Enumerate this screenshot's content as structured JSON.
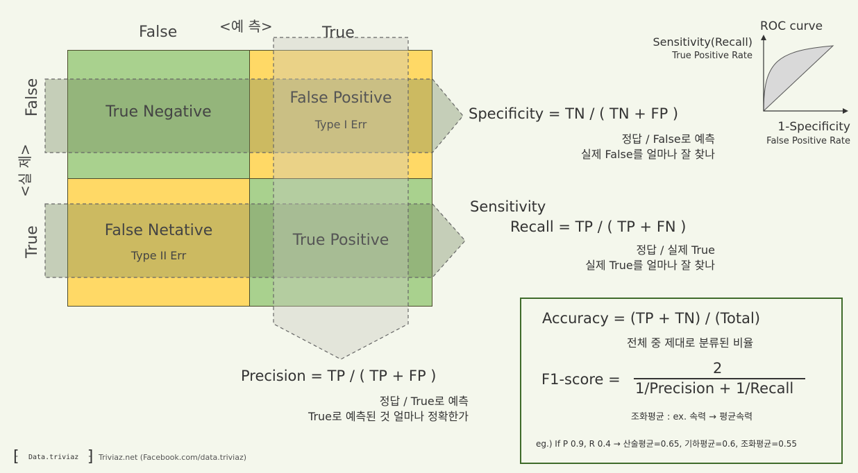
{
  "header": {
    "predicted_label": "<예 측>",
    "pred_false": "False",
    "pred_true": "True",
    "actual_label": "<실 제>",
    "actual_false": "False",
    "actual_true": "True"
  },
  "matrix": {
    "tn": {
      "title": "True Negative",
      "sub": ""
    },
    "fp": {
      "title": "False Positive",
      "sub": "Type I Err"
    },
    "fn": {
      "title": "False Netative",
      "sub": "Type II Err"
    },
    "tp": {
      "title": "True Positive",
      "sub": ""
    }
  },
  "specificity": {
    "formula": "Specificity = TN / ( TN + FP )",
    "line1": "정답 / False로 예측",
    "line2": "실제 False를 얼마나 잘 찾나"
  },
  "sensitivity": {
    "title": "Sensitivity",
    "formula": "Recall = TP / ( TP + FN )",
    "line1": "정답 / 실제 True",
    "line2": "실제 True를 얼마나 잘 찾나"
  },
  "precision": {
    "formula": "Precision = TP / ( TP + FP )",
    "line1": "정답 / True로 예측",
    "line2": "True로 예측된 것 얼마나 정확한가"
  },
  "roc": {
    "title": "ROC curve",
    "ylabel1": "Sensitivity(Recall)",
    "ylabel2": "True Positive Rate",
    "xlabel1": "1-Specificity",
    "xlabel2": "False Positive Rate"
  },
  "metrics_box": {
    "accuracy": "Accuracy = (TP + TN) / (Total)",
    "accuracy_desc": "전체 중 제대로 분류된 비율",
    "f1_label": "F1-score =",
    "f1_numerator": "2",
    "f1_denominator": "1/Precision + 1/Recall",
    "harmonic": "조화평균 : ex. 속력 → 평균속력",
    "example": "eg.) If P 0.9, R 0.4 → 산술평균=0.65, 기하평균=0.6, 조화평균=0.55"
  },
  "footer": {
    "brand": "Data.triviaz",
    "credit": "Triviaz.net (Facebook.com/data.triviaz)"
  },
  "colors": {
    "green": "#a9d18e",
    "yellow": "#ffd966",
    "background": "#f4f7ec",
    "box_border": "#3f6b2a"
  }
}
